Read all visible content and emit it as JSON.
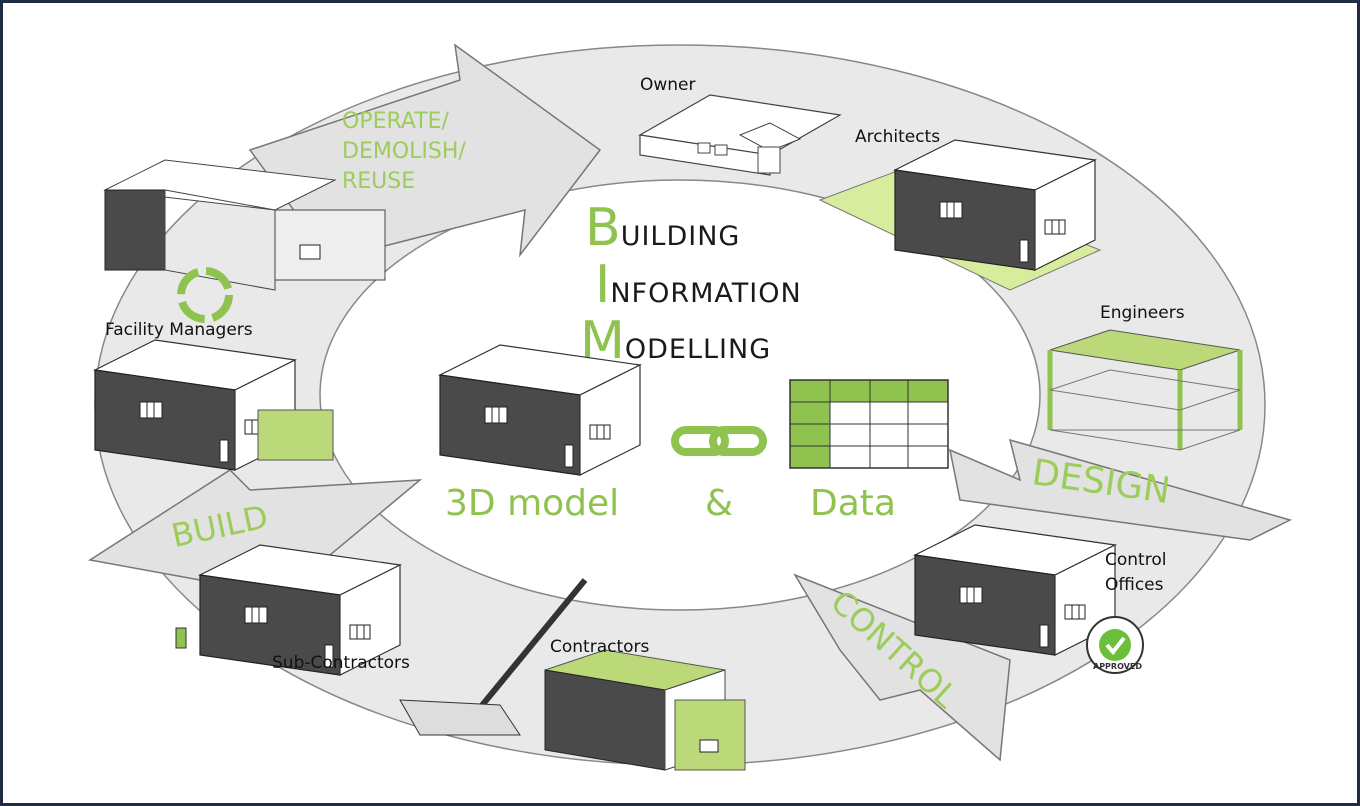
{
  "title": {
    "building_initial": "B",
    "building_rest": "UILDING",
    "information_initial": "I",
    "information_rest": "NFORMATION",
    "modelling_initial": "M",
    "modelling_rest": "ODELLING"
  },
  "center": {
    "model": "3D model",
    "amp": "&",
    "data": "Data"
  },
  "phases": {
    "operate_line1": "OPERATE/",
    "operate_line2": "DEMOLISH/",
    "operate_line3": "REUSE",
    "design": "DESIGN",
    "control": "CONTROL",
    "build": "BUILD"
  },
  "stakeholders": {
    "owner": "Owner",
    "architects": "Architects",
    "engineers": "Engineers",
    "control_offices_line1": "Control",
    "control_offices_line2": "Offices",
    "contractors": "Contractors",
    "sub_contractors": "Sub-Contractors",
    "facility_managers": "Facility Managers"
  },
  "stamp": "APPROVED",
  "colors": {
    "accent": "#8fc24f",
    "ring": "#e6e6e6",
    "dark_wall": "#4a4a4a"
  }
}
